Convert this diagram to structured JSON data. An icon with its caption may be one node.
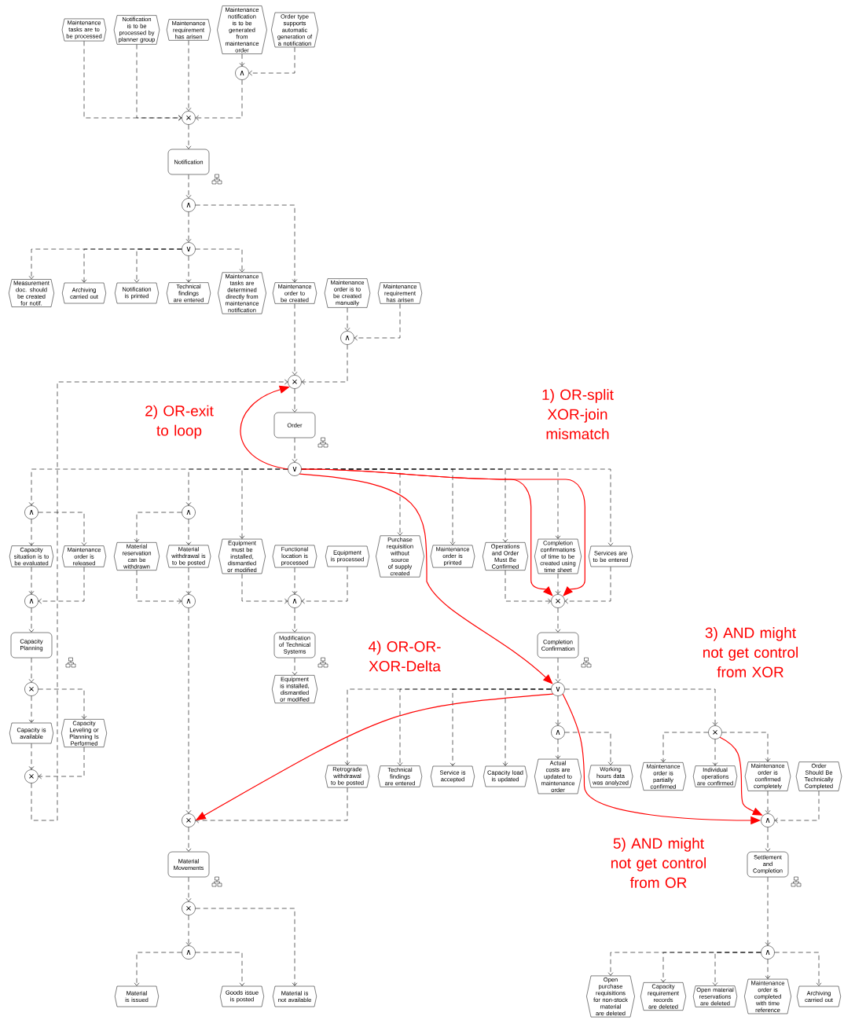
{
  "diagram": {
    "nodes": [
      {
        "text": [
          "Maintenance tasks are to be processed"
        ]
      },
      {
        "text": [
          "Notification is to be processed by planner group"
        ]
      },
      {
        "text": [
          "Maintenance requirement has arisen"
        ]
      },
      {
        "text": [
          "Maintenance notification is to be generated from maintenance order"
        ]
      },
      {
        "text": [
          "Order type supports automatic generation of a notification"
        ]
      },
      {
        "text": [
          "∧"
        ]
      },
      {
        "text": [
          "×"
        ]
      },
      {
        "text": [
          "Notification"
        ]
      },
      {
        "text": [
          "∧"
        ]
      },
      {
        "text": [
          "∨"
        ]
      },
      {
        "text": [
          "Measurement doc. should be created for notif."
        ]
      },
      {
        "text": [
          "Archiving carried out"
        ]
      },
      {
        "text": [
          "Notification is printed"
        ]
      },
      {
        "text": [
          "Technical findings are entered"
        ]
      },
      {
        "text": [
          "Maintenance tasks are determined directly from maintenance notification"
        ]
      },
      {
        "text": [
          "Maintenance order to be created"
        ]
      },
      {
        "text": [
          "Maintenance order is to be created manually"
        ]
      },
      {
        "text": [
          "Maintenance requirement has arisen"
        ]
      },
      {
        "text": [
          "∧"
        ]
      },
      {
        "text": [
          "×"
        ]
      },
      {
        "text": [
          "Order"
        ]
      },
      {
        "text": [
          "∨"
        ]
      },
      {
        "text": [
          "∧"
        ]
      },
      {
        "text": [
          "∧"
        ]
      },
      {
        "text": [
          "Capacity situation is to be evaluated"
        ]
      },
      {
        "text": [
          "Maintenance order is released"
        ]
      },
      {
        "text": [
          "Material reservation can be withdrawn"
        ]
      },
      {
        "text": [
          "Material withdrawal is to be posted"
        ]
      },
      {
        "text": [
          "Equipment must be installed, dismantled or modified"
        ]
      },
      {
        "text": [
          "Functional location is processed"
        ]
      },
      {
        "text": [
          "Equipment is processed"
        ]
      },
      {
        "text": [
          "Purchase requisition without source of supply created"
        ]
      },
      {
        "text": [
          "Maintenance order is printed"
        ]
      },
      {
        "text": [
          "Operations and Order Must Be Confirmed"
        ]
      },
      {
        "text": [
          "Completion confirmations of time to be created using time sheet"
        ]
      },
      {
        "text": [
          "Services are to be entered"
        ]
      },
      {
        "text": [
          "∧"
        ]
      },
      {
        "text": [
          "∧"
        ]
      },
      {
        "text": [
          "∧"
        ]
      },
      {
        "text": [
          "×"
        ]
      },
      {
        "text": [
          "Capacity Planning"
        ]
      },
      {
        "text": [
          "Modification of Technical Systems"
        ]
      },
      {
        "text": [
          "Completion Confirmation"
        ]
      },
      {
        "text": [
          "×"
        ]
      },
      {
        "text": [
          "Equipment is installed, dismantled or modified"
        ]
      },
      {
        "text": [
          "∨"
        ]
      },
      {
        "text": [
          "∧"
        ]
      },
      {
        "text": [
          "×"
        ]
      },
      {
        "text": [
          "Capacity is available"
        ]
      },
      {
        "text": [
          "Capacity Leveling or Planning Is Performed"
        ]
      },
      {
        "text": [
          "Retrograde withdrawal to be posted"
        ]
      },
      {
        "text": [
          "Technical findings are entered"
        ]
      },
      {
        "text": [
          "Service is accepted"
        ]
      },
      {
        "text": [
          "Capacity load is updated"
        ]
      },
      {
        "text": [
          "Actual costs are updated to maintenance order"
        ]
      },
      {
        "text": [
          "Working hours data was analyzed"
        ]
      },
      {
        "text": [
          "Maintenance order is partially confirmed"
        ]
      },
      {
        "text": [
          "Individual operations are confirmed"
        ]
      },
      {
        "text": [
          "Maintenance order is confirmed completely"
        ]
      },
      {
        "text": [
          "Order Should Be Technically Completed"
        ]
      },
      {
        "text": [
          "×"
        ]
      },
      {
        "text": [
          "×"
        ]
      },
      {
        "text": [
          "∧"
        ]
      },
      {
        "text": [
          "Material Movements"
        ]
      },
      {
        "text": [
          "Settlement and Completion"
        ]
      },
      {
        "text": [
          "×"
        ]
      },
      {
        "text": [
          "∧"
        ]
      },
      {
        "text": [
          "∧"
        ]
      },
      {
        "text": [
          "Material is issued"
        ]
      },
      {
        "text": [
          "Goods issue is posted"
        ]
      },
      {
        "text": [
          "Material is not available"
        ]
      },
      {
        "text": [
          "Open purchase requisitions for non-stock material are deleted"
        ]
      },
      {
        "text": [
          "Capacity requirement records are deleted"
        ]
      },
      {
        "text": [
          "Open material reservations are deleted"
        ]
      },
      {
        "text": [
          "Maintenance order is completed with time reference"
        ]
      },
      {
        "text": [
          "Archiving carried out"
        ]
      }
    ],
    "edges": [
      {
        "from": 0,
        "to": 6,
        "arrow": "to",
        "style": "dashed"
      },
      {
        "from": 1,
        "to": 6,
        "arrow": "to",
        "style": "dashed"
      },
      {
        "from": 2,
        "to": 6,
        "arrow": "to",
        "style": "dashed"
      },
      {
        "from": 3,
        "to": 5,
        "arrow": "to",
        "style": "dashed"
      },
      {
        "from": 4,
        "to": 5,
        "arrow": "to",
        "style": "dashed"
      },
      {
        "from": 5,
        "to": 6,
        "arrow": "to",
        "style": "dashed"
      },
      {
        "from": 6,
        "to": 7,
        "arrow": "to",
        "style": "dashed"
      },
      {
        "from": 7,
        "to": 8,
        "arrow": "to",
        "style": "dashed"
      },
      {
        "from": 8,
        "to": 9,
        "arrow": "to",
        "style": "dashed"
      },
      {
        "from": 8,
        "to": 15,
        "arrow": "to",
        "style": "dashed"
      },
      {
        "from": 9,
        "to": 10,
        "arrow": "to",
        "style": "dashed"
      },
      {
        "from": 9,
        "to": 11,
        "arrow": "to",
        "style": "dashed"
      },
      {
        "from": 9,
        "to": 12,
        "arrow": "to",
        "style": "dashed"
      },
      {
        "from": 9,
        "to": 13,
        "arrow": "to",
        "style": "dashed"
      },
      {
        "from": 9,
        "to": 14,
        "arrow": "to",
        "style": "dashed"
      },
      {
        "from": 15,
        "to": 19,
        "arrow": "to",
        "style": "dashed"
      },
      {
        "from": 16,
        "to": 18,
        "arrow": "to",
        "style": "dashed"
      },
      {
        "from": 17,
        "to": 18,
        "arrow": "to",
        "style": "dashed"
      },
      {
        "from": 18,
        "to": 19,
        "arrow": "to",
        "style": "dashed"
      },
      {
        "from": 19,
        "to": 20,
        "arrow": "to",
        "style": "dashed"
      },
      {
        "from": 20,
        "to": 21,
        "arrow": "to",
        "style": "dashed"
      },
      {
        "from": 21,
        "to": 22,
        "arrow": "to",
        "style": "dashed"
      },
      {
        "from": 21,
        "to": 23,
        "arrow": "to",
        "style": "dashed"
      },
      {
        "from": 21,
        "to": 28,
        "arrow": "to",
        "style": "dashed"
      },
      {
        "from": 21,
        "to": 31,
        "arrow": "to",
        "style": "dashed"
      },
      {
        "from": 21,
        "to": 32,
        "arrow": "to",
        "style": "dashed"
      },
      {
        "from": 21,
        "to": 33,
        "arrow": "to",
        "style": "dashed"
      },
      {
        "from": 21,
        "to": 34,
        "arrow": "to",
        "style": "dashed"
      },
      {
        "from": 21,
        "to": 35,
        "arrow": "to",
        "style": "dashed"
      },
      {
        "from": 22,
        "to": 24,
        "arrow": "to",
        "style": "dashed"
      },
      {
        "from": 22,
        "to": 25,
        "arrow": "to",
        "style": "dashed"
      },
      {
        "from": 24,
        "to": 36,
        "arrow": "to",
        "style": "dashed"
      },
      {
        "from": 25,
        "to": 36,
        "arrow": "to",
        "style": "dashed"
      },
      {
        "from": 36,
        "to": 40,
        "arrow": "to",
        "style": "dashed"
      },
      {
        "from": 40,
        "to": 43,
        "arrow": "to",
        "style": "dashed"
      },
      {
        "from": 43,
        "to": 48,
        "arrow": "to",
        "style": "dashed"
      },
      {
        "from": 43,
        "to": 49,
        "arrow": "to",
        "style": "dashed"
      },
      {
        "from": 48,
        "to": 60,
        "arrow": "to",
        "style": "dashed"
      },
      {
        "from": 49,
        "to": 60,
        "arrow": "to",
        "style": "dashed"
      },
      {
        "from": 60,
        "to": 19,
        "arrow": "to",
        "style": "dashed"
      },
      {
        "from": 23,
        "to": 26,
        "arrow": "to",
        "style": "dashed"
      },
      {
        "from": 23,
        "to": 27,
        "arrow": "to",
        "style": "dashed"
      },
      {
        "from": 26,
        "to": 37,
        "arrow": "to",
        "style": "dashed"
      },
      {
        "from": 27,
        "to": 37,
        "arrow": "to",
        "style": "dashed"
      },
      {
        "from": 37,
        "to": 61,
        "arrow": "to",
        "style": "dashed"
      },
      {
        "from": 28,
        "to": 38,
        "arrow": "to",
        "style": "dashed"
      },
      {
        "from": 29,
        "to": 38,
        "arrow": "to",
        "style": "dashed"
      },
      {
        "from": 30,
        "to": 38,
        "arrow": "to",
        "style": "dashed"
      },
      {
        "from": 38,
        "to": 41,
        "arrow": "to",
        "style": "dashed"
      },
      {
        "from": 41,
        "to": 44,
        "arrow": "to",
        "style": "dashed"
      },
      {
        "from": 33,
        "to": 39,
        "arrow": "to",
        "style": "dashed"
      },
      {
        "from": 34,
        "to": 39,
        "arrow": "to",
        "style": "dashed"
      },
      {
        "from": 35,
        "to": 39,
        "arrow": "to",
        "style": "dashed"
      },
      {
        "from": 39,
        "to": 42,
        "arrow": "to",
        "style": "dashed"
      },
      {
        "from": 42,
        "to": 45,
        "arrow": "to",
        "style": "dashed"
      },
      {
        "from": 45,
        "to": 50,
        "arrow": "to",
        "style": "dashed"
      },
      {
        "from": 45,
        "to": 51,
        "arrow": "to",
        "style": "dashed"
      },
      {
        "from": 45,
        "to": 52,
        "arrow": "to",
        "style": "dashed"
      },
      {
        "from": 45,
        "to": 53,
        "arrow": "to",
        "style": "dashed"
      },
      {
        "from": 45,
        "to": 46,
        "arrow": "to",
        "style": "dashed"
      },
      {
        "from": 45,
        "to": 47,
        "arrow": "to",
        "style": "dashed"
      },
      {
        "from": 46,
        "to": 54,
        "arrow": "to",
        "style": "dashed"
      },
      {
        "from": 46,
        "to": 55,
        "arrow": "to",
        "style": "dashed"
      },
      {
        "from": 47,
        "to": 56,
        "arrow": "to",
        "style": "dashed"
      },
      {
        "from": 47,
        "to": 57,
        "arrow": "to",
        "style": "dashed"
      },
      {
        "from": 47,
        "to": 58,
        "arrow": "to",
        "style": "dashed"
      },
      {
        "from": 50,
        "to": 61,
        "arrow": "to",
        "style": "dashed"
      },
      {
        "from": 58,
        "to": 62,
        "arrow": "to",
        "style": "dashed"
      },
      {
        "from": 59,
        "to": 62,
        "arrow": "to",
        "style": "dashed"
      },
      {
        "from": 61,
        "to": 63,
        "arrow": "to",
        "style": "dashed"
      },
      {
        "from": 63,
        "to": 65,
        "arrow": "to",
        "style": "dashed"
      },
      {
        "from": 65,
        "to": 66,
        "arrow": "to",
        "style": "dashed"
      },
      {
        "from": 65,
        "to": 70,
        "arrow": "to",
        "style": "dashed"
      },
      {
        "from": 66,
        "to": 68,
        "arrow": "to",
        "style": "dashed"
      },
      {
        "from": 66,
        "to": 69,
        "arrow": "to",
        "style": "dashed"
      },
      {
        "from": 62,
        "to": 64,
        "arrow": "to",
        "style": "dashed"
      },
      {
        "from": 64,
        "to": 67,
        "arrow": "to",
        "style": "dashed"
      },
      {
        "from": 67,
        "to": 71,
        "arrow": "to",
        "style": "dashed"
      },
      {
        "from": 67,
        "to": 72,
        "arrow": "to",
        "style": "dashed"
      },
      {
        "from": 67,
        "to": 73,
        "arrow": "to",
        "style": "dashed"
      },
      {
        "from": 67,
        "to": 74,
        "arrow": "to",
        "style": "dashed"
      },
      {
        "from": 67,
        "to": 75,
        "arrow": "to",
        "style": "dashed"
      },
      {
        "from": 21,
        "to": 19,
        "arrow": "to",
        "color": "#ff0000"
      },
      {
        "from": 21,
        "to": 39,
        "arrow": "to",
        "color": "#ff0000"
      },
      {
        "from": 21,
        "to": 39,
        "arrow": "to",
        "color": "#ff0000"
      },
      {
        "from": 21,
        "to": 45,
        "arrow": "to",
        "color": "#ff0000"
      },
      {
        "from": 45,
        "to": 61,
        "arrow": "to",
        "color": "#ff0000"
      },
      {
        "from": 45,
        "to": 62,
        "arrow": "to",
        "color": "#ff0000"
      },
      {
        "from": 47,
        "to": 62,
        "arrow": "to",
        "color": "#ff0000"
      }
    ],
    "labels": [
      "1) OR-split XOR-join mismatch",
      "2) OR-exit to loop",
      "3) AND might not get control from XOR",
      "4) OR-OR-XOR-Delta",
      "5) AND might not get control from OR"
    ]
  }
}
